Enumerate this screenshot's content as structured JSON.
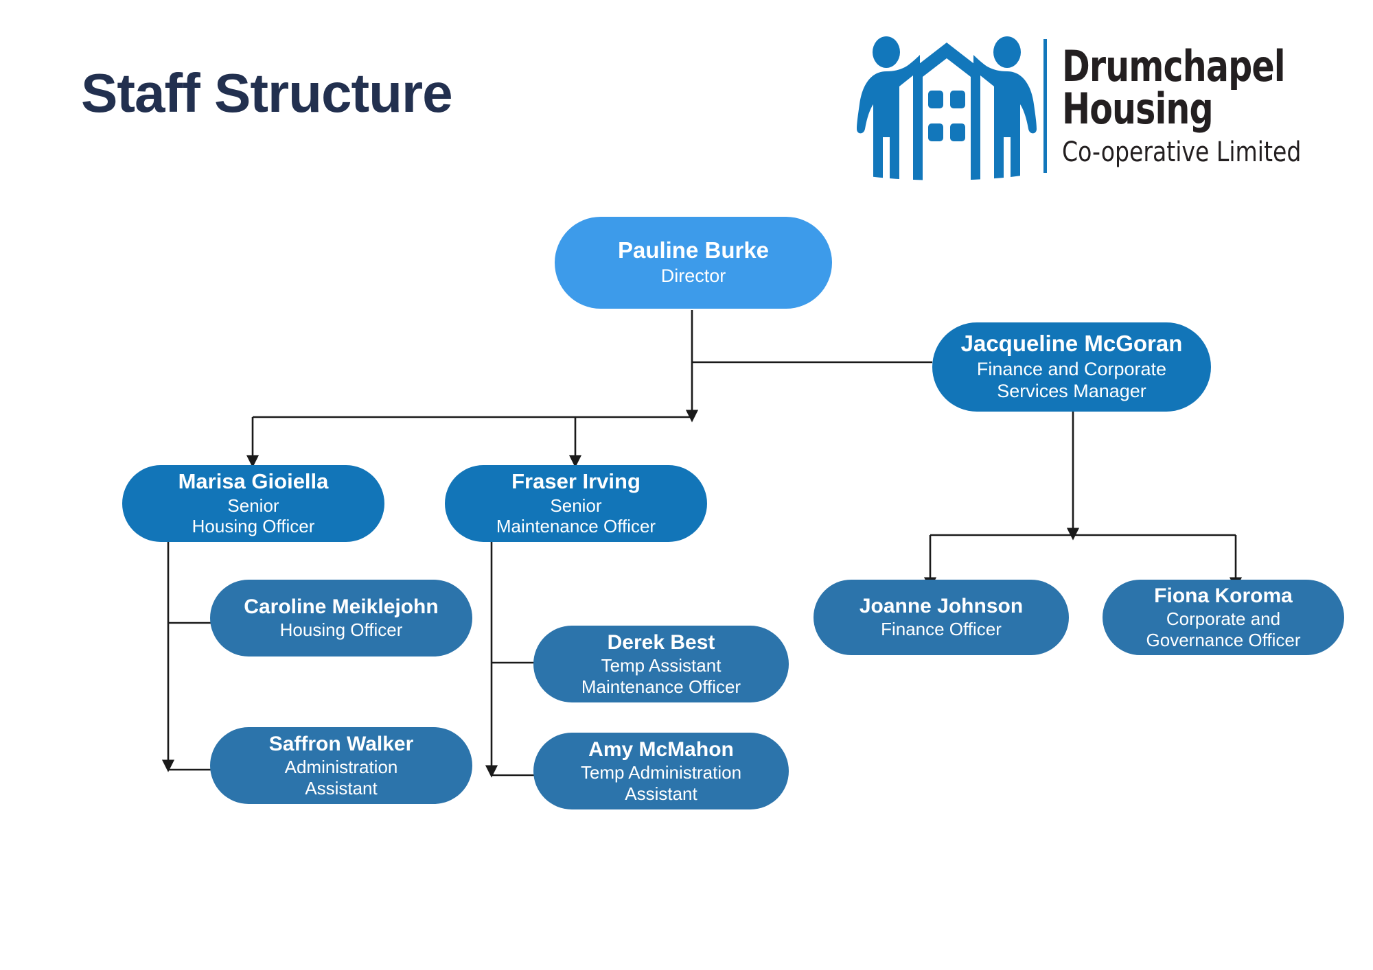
{
  "page": {
    "title": "Staff Structure",
    "background_color": "#ffffff",
    "title_color": "#22304f"
  },
  "logo": {
    "name": "drumchapel-housing-logo",
    "icon_name": "two-people-house-icon",
    "icon_color": "#1277bb",
    "divider_color": "#1277bb",
    "line1": "Drumchapel",
    "line2": "Housing",
    "line3": "Co-operative Limited",
    "text_color": "#231f20"
  },
  "colors": {
    "director_node": "#3d9bea",
    "manager_node": "#1275b8",
    "officer_node": "#2c74ab",
    "connector_line": "#1a1a1a",
    "node_text": "#ffffff"
  },
  "chart_data": {
    "type": "org-chart",
    "title": "Staff Structure",
    "nodes": [
      {
        "id": "pauline-burke",
        "name": "Pauline Burke",
        "role": "Director",
        "role_lines": [
          "Director"
        ],
        "level": 0,
        "color": "#3d9bea",
        "reports_to": null
      },
      {
        "id": "jacqueline-mcgoran",
        "name": "Jacqueline McGoran",
        "role": "Finance and Corporate Services Manager",
        "role_lines": [
          "Finance and Corporate",
          "Services Manager"
        ],
        "level": 1,
        "color": "#1275b8",
        "reports_to": "pauline-burke"
      },
      {
        "id": "marisa-gioiella",
        "name": "Marisa Gioiella",
        "role": "Senior Housing Officer",
        "role_lines": [
          "Senior",
          "Housing Officer"
        ],
        "level": 2,
        "color": "#1275b8",
        "reports_to": "pauline-burke"
      },
      {
        "id": "fraser-irving",
        "name": "Fraser Irving",
        "role": "Senior Maintenance Officer",
        "role_lines": [
          "Senior",
          "Maintenance Officer"
        ],
        "level": 2,
        "color": "#1275b8",
        "reports_to": "pauline-burke"
      },
      {
        "id": "caroline-meiklejohn",
        "name": "Caroline Meiklejohn",
        "role": "Housing Officer",
        "role_lines": [
          "Housing Officer"
        ],
        "level": 3,
        "color": "#2c74ab",
        "reports_to": "marisa-gioiella"
      },
      {
        "id": "saffron-walker",
        "name": "Saffron Walker",
        "role": "Administration Assistant",
        "role_lines": [
          "Administration",
          "Assistant"
        ],
        "level": 3,
        "color": "#2c74ab",
        "reports_to": "marisa-gioiella"
      },
      {
        "id": "derek-best",
        "name": "Derek Best",
        "role": "Temp Assistant Maintenance Officer",
        "role_lines": [
          "Temp Assistant",
          "Maintenance Officer"
        ],
        "level": 3,
        "color": "#2c74ab",
        "reports_to": "fraser-irving"
      },
      {
        "id": "amy-mcmahon",
        "name": "Amy McMahon",
        "role": "Temp Administration Assistant",
        "role_lines": [
          "Temp Administration",
          "Assistant"
        ],
        "level": 3,
        "color": "#2c74ab",
        "reports_to": "fraser-irving"
      },
      {
        "id": "joanne-johnson",
        "name": "Joanne Johnson",
        "role": "Finance Officer",
        "role_lines": [
          "Finance Officer"
        ],
        "level": 3,
        "color": "#2c74ab",
        "reports_to": "jacqueline-mcgoran"
      },
      {
        "id": "fiona-koroma",
        "name": "Fiona Koroma",
        "role": "Corporate and Governance Officer",
        "role_lines": [
          "Corporate and",
          "Governance Officer"
        ],
        "level": 3,
        "color": "#2c74ab",
        "reports_to": "jacqueline-mcgoran"
      }
    ],
    "edges": [
      {
        "from": "pauline-burke",
        "to": "jacqueline-mcgoran"
      },
      {
        "from": "pauline-burke",
        "to": "marisa-gioiella"
      },
      {
        "from": "pauline-burke",
        "to": "fraser-irving"
      },
      {
        "from": "marisa-gioiella",
        "to": "caroline-meiklejohn"
      },
      {
        "from": "marisa-gioiella",
        "to": "saffron-walker"
      },
      {
        "from": "fraser-irving",
        "to": "derek-best"
      },
      {
        "from": "fraser-irving",
        "to": "amy-mcmahon"
      },
      {
        "from": "jacqueline-mcgoran",
        "to": "joanne-johnson"
      },
      {
        "from": "jacqueline-mcgoran",
        "to": "fiona-koroma"
      }
    ]
  }
}
